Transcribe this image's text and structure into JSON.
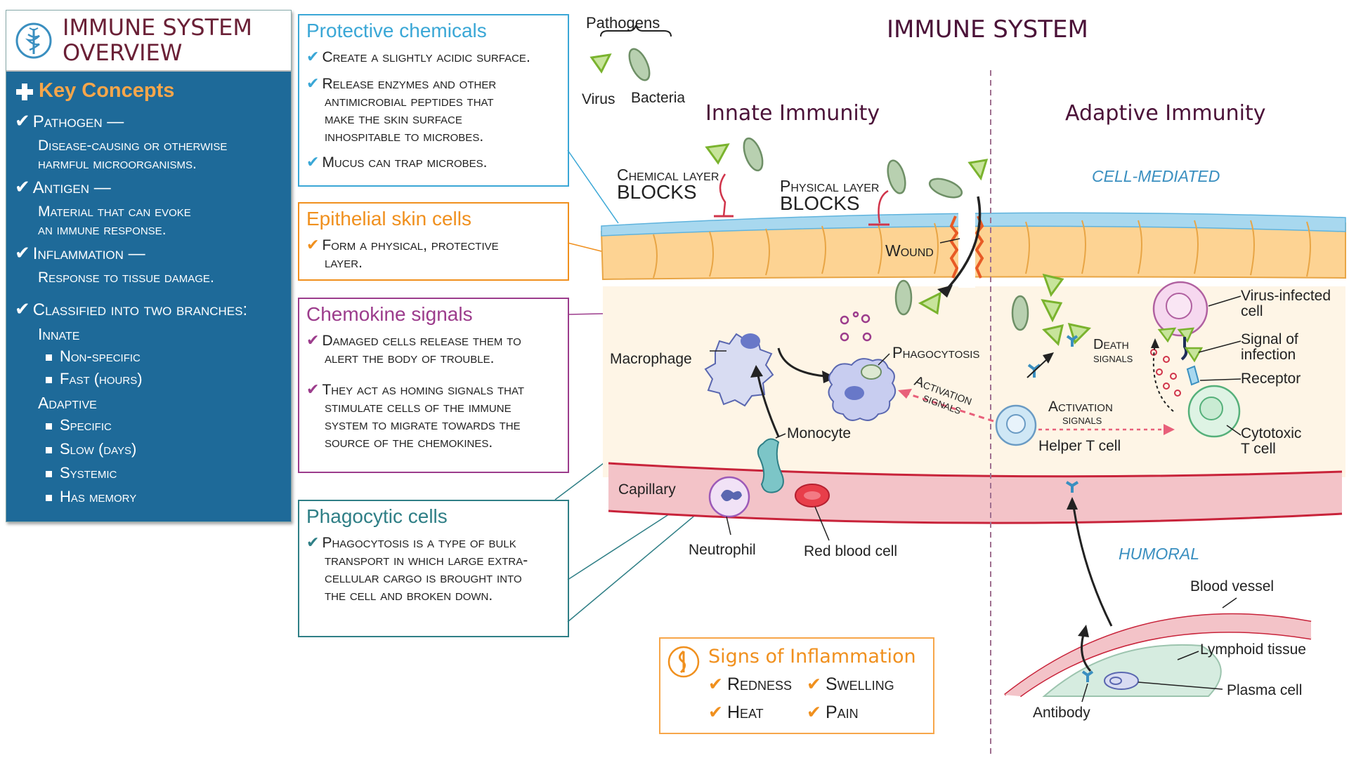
{
  "sidebar": {
    "title_line1": "IMMUNE SYSTEM",
    "title_line2": "OVERVIEW",
    "key_concepts_title": "Key Concepts",
    "pathogen_head": "Pathogen —",
    "pathogen_text1": "Disease-causing or otherwise",
    "pathogen_text2": "harmful microorganisms.",
    "antigen_head": "Antigen —",
    "antigen_text1": "Material that can evoke",
    "antigen_text2": "an immune response.",
    "inflammation_head": "Inflammation —",
    "inflammation_text": "Response to tissue damage.",
    "classified_head": "Classified into two branches:",
    "innate": "Innate",
    "innate_1": "Non-specific",
    "innate_2": "Fast (hours)",
    "adaptive": "Adaptive",
    "adaptive_1": "Specific",
    "adaptive_2": "Slow (days)",
    "adaptive_3": "Systemic",
    "adaptive_4": "Has memory"
  },
  "boxes": {
    "protective": {
      "title": "Protective chemicals",
      "item1": "Create a slightly acidic surface.",
      "item2_1": "Release enzymes and other",
      "item2_2": "antimicrobial peptides that",
      "item2_3": "make the skin surface",
      "item2_4": "inhospitable to microbes.",
      "item3": "Mucus can trap microbes.",
      "color": "#3aa7d6"
    },
    "epithelial": {
      "title": "Epithelial skin cells",
      "item1_1": "Form a physical, protective",
      "item1_2": "layer.",
      "color": "#f0901e"
    },
    "chemokine": {
      "title": "Chemokine signals",
      "item1_1": "Damaged cells release them to",
      "item1_2": "alert the body of trouble.",
      "item2_1": "They act as homing signals that",
      "item2_2": "stimulate cells of the immune",
      "item2_3": "system to migrate towards the",
      "item2_4": "source of the chemokines.",
      "color": "#9c3c8c"
    },
    "phagocytic": {
      "title": "Phagocytic cells",
      "item1_1": "Phagocytosis is a type of bulk",
      "item1_2": "transport in which large extra-",
      "item1_3": "cellular cargo is brought into",
      "item1_4": "the cell and broken down.",
      "color": "#2f7f86"
    }
  },
  "diagram": {
    "main_title": "IMMUNE SYSTEM",
    "pathogens": "Pathogens",
    "virus": "Virus",
    "bacteria": "Bacteria",
    "innate_title": "Innate Immunity",
    "adaptive_title": "Adaptive Immunity",
    "cell_mediated": "CELL-MEDIATED",
    "humoral": "HUMORAL",
    "chemical_layer": "Chemical layer",
    "physical_layer": "Physical layer",
    "blocks": "BLOCKS",
    "wound": "Wound",
    "macrophage": "Macrophage",
    "phagocytosis": "Phagocytosis",
    "activation": "Activation",
    "signals": "signals",
    "monocyte": "Monocyte",
    "capillary": "Capillary",
    "neutrophil": "Neutrophil",
    "red_blood_cell": "Red blood cell",
    "death": "Death",
    "virus_infected_1": "Virus-infected",
    "virus_infected_2": "cell",
    "signal_of_1": "Signal of",
    "signal_of_2": "infection",
    "receptor": "Receptor",
    "cytotoxic_1": "Cytotoxic",
    "cytotoxic_2": "T cell",
    "helper_t": "Helper T cell",
    "blood_vessel": "Blood vessel",
    "lymphoid_tissue": "Lymphoid tissue",
    "plasma_cell": "Plasma cell",
    "antibody": "Antibody"
  },
  "inflammation": {
    "title": "Signs of Inflammation",
    "redness": "Redness",
    "swelling": "Swelling",
    "heat": "Heat",
    "pain": "Pain"
  },
  "colors": {
    "sidebar_bg": "#1e6a99",
    "title_purple": "#4b1238",
    "accent_orange": "#f0901e",
    "virus_green": "#8cc63f"
  }
}
